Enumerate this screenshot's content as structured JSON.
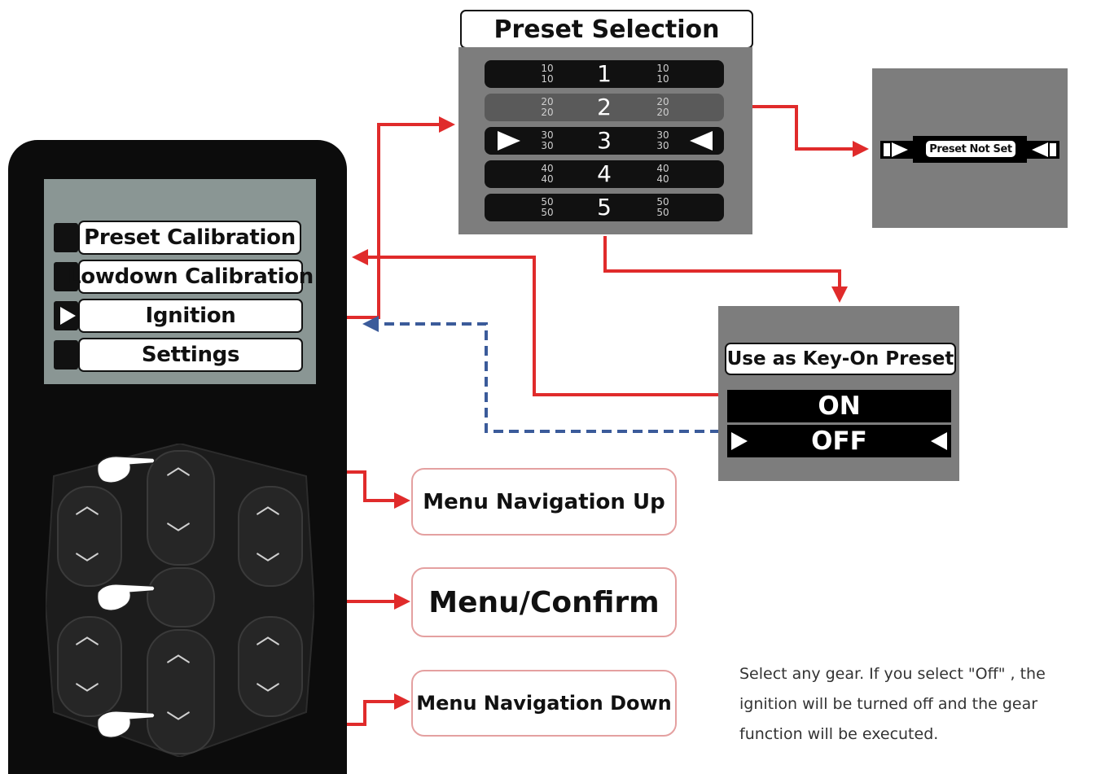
{
  "menu": {
    "items": [
      {
        "label": "Preset Calibration",
        "selected": false
      },
      {
        "label": "Lowdown Calibration",
        "selected": false
      },
      {
        "label": "Ignition",
        "selected": true
      },
      {
        "label": "Settings",
        "selected": false
      }
    ]
  },
  "preset_selection": {
    "title": "Preset Selection",
    "rows": [
      {
        "num": "1",
        "left_top": "10",
        "left_bottom": "10",
        "right_top": "10",
        "right_bottom": "10"
      },
      {
        "num": "2",
        "left_top": "20",
        "left_bottom": "20",
        "right_top": "20",
        "right_bottom": "20"
      },
      {
        "num": "3",
        "left_top": "30",
        "left_bottom": "30",
        "right_top": "30",
        "right_bottom": "30"
      },
      {
        "num": "4",
        "left_top": "40",
        "left_bottom": "40",
        "right_top": "40",
        "right_bottom": "40"
      },
      {
        "num": "5",
        "left_top": "50",
        "left_bottom": "50",
        "right_top": "50",
        "right_bottom": "50"
      }
    ],
    "selected_row": "3",
    "highlighted_row": "2"
  },
  "preset_not_set": {
    "label": "Preset Not Set"
  },
  "key_on": {
    "title": "Use as Key-On Preset",
    "options": [
      "ON",
      "OFF"
    ],
    "selected": "OFF"
  },
  "callouts": {
    "up": "Menu Navigation Up",
    "confirm": "Menu/Confirm",
    "down": "Menu Navigation Down"
  },
  "note": "Select any gear. If you select \"Off\" , the ignition will be turned off and the gear function will be executed.",
  "colors": {
    "arrow": "#e02b2b",
    "dashed_arrow": "#3b5b9a",
    "panel_gray": "#7d7d7d",
    "screen_gray": "#8a9694"
  },
  "icons": {
    "hand": "pointing-hand-icon",
    "chevron_up": "chevron-up-icon",
    "chevron_down": "chevron-down-icon",
    "selector": "triangle-selector-icon"
  }
}
